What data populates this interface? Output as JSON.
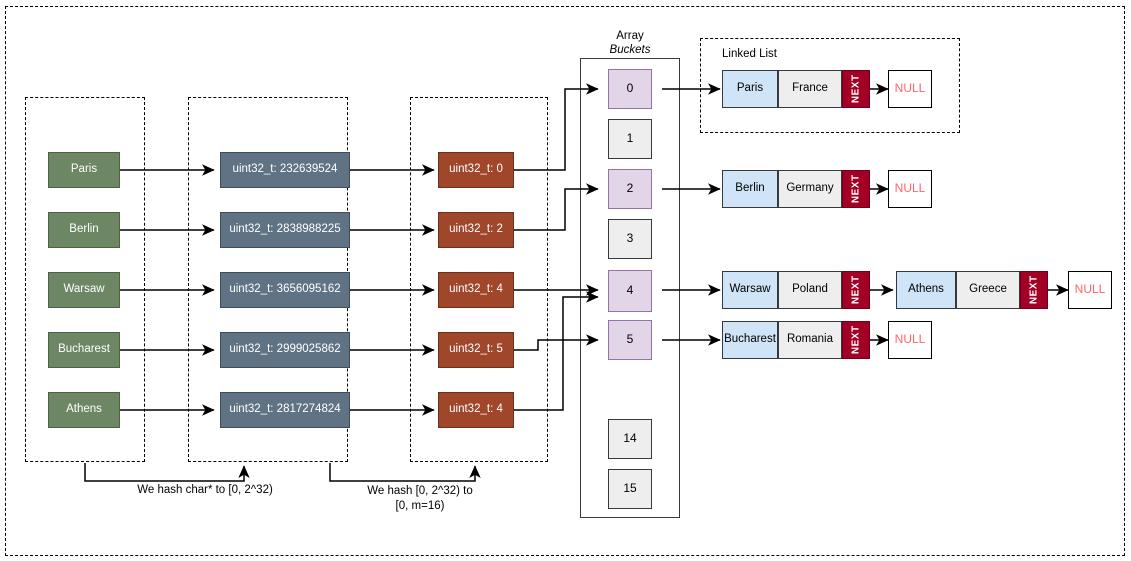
{
  "diagram": {
    "title_array": "Array",
    "title_buckets": "Buckets",
    "linked_list_label": "Linked List",
    "caption_left": "We hash char* to [0, 2^32)",
    "caption_right_line1": "We hash [0, 2^32) to",
    "caption_right_line2": "[0, m=16)"
  },
  "colors": {
    "key": "#6d8764",
    "hash32": "#5f7385",
    "bucket_index": "#a0462a",
    "bucket_used": "#e1d5e7",
    "bucket_empty": "#eeeeee",
    "ll_key": "#cfe4f7",
    "ll_value": "#eeeeee",
    "ll_next": "#a20025",
    "null_text": "#ff6666"
  },
  "keys": [
    {
      "name": "Paris"
    },
    {
      "name": "Berlin"
    },
    {
      "name": "Warsaw"
    },
    {
      "name": "Bucharest"
    },
    {
      "name": "Athens"
    }
  ],
  "hashes32": [
    {
      "label": "uint32_t: 232639524"
    },
    {
      "label": "uint32_t: 2838988225"
    },
    {
      "label": "uint32_t: 3656095162"
    },
    {
      "label": "uint32_t: 2999025862"
    },
    {
      "label": "uint32_t: 2817274824"
    }
  ],
  "bucket_indices": [
    {
      "label": "uint32_t: 0"
    },
    {
      "label": "uint32_t: 2"
    },
    {
      "label": "uint32_t: 4"
    },
    {
      "label": "uint32_t: 5"
    },
    {
      "label": "uint32_t: 4"
    }
  ],
  "buckets": [
    {
      "index": "0",
      "used": true
    },
    {
      "index": "1",
      "used": false
    },
    {
      "index": "2",
      "used": true
    },
    {
      "index": "3",
      "used": false
    },
    {
      "index": "4",
      "used": true
    },
    {
      "index": "5",
      "used": true
    },
    {
      "index": "14",
      "used": false
    },
    {
      "index": "15",
      "used": false
    }
  ],
  "chains": [
    {
      "nodes": [
        {
          "key": "Paris",
          "value": "France",
          "next": "NEXT"
        }
      ],
      "terminator": "NULL"
    },
    {
      "nodes": [
        {
          "key": "Berlin",
          "value": "Germany",
          "next": "NEXT"
        }
      ],
      "terminator": "NULL"
    },
    {
      "nodes": [
        {
          "key": "Warsaw",
          "value": "Poland",
          "next": "NEXT"
        },
        {
          "key": "Athens",
          "value": "Greece",
          "next": "NEXT"
        }
      ],
      "terminator": "NULL"
    },
    {
      "nodes": [
        {
          "key": "Bucharest",
          "value": "Romania",
          "next": "NEXT"
        }
      ],
      "terminator": "NULL"
    }
  ]
}
